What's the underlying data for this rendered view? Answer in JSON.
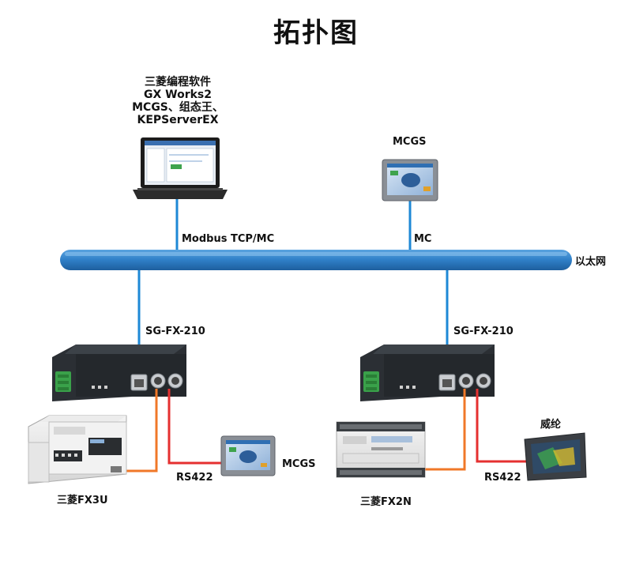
{
  "title": "拓扑图",
  "software": {
    "lines": [
      "三菱编程软件",
      "GX Works2",
      "MCGS、组态王、",
      "KEPServerEX"
    ]
  },
  "hmi_top": {
    "label": "MCGS"
  },
  "links": {
    "laptop_bus": "Modbus TCP/MC",
    "hmi_bus": "MC",
    "left_rs422": "RS422",
    "right_rs422": "RS422"
  },
  "bus": {
    "label": "以太网"
  },
  "gateways": [
    {
      "label": "SG-FX-210"
    },
    {
      "label": "SG-FX-210"
    }
  ],
  "plcs": [
    {
      "label": "三菱FX3U"
    },
    {
      "label": "三菱FX2N"
    }
  ],
  "hmis_bottom": [
    {
      "label": "MCGS"
    },
    {
      "label": "威纶"
    }
  ],
  "colors": {
    "bus": "#2f7fc7",
    "ethernet": "#1e88d6",
    "rs422_orange": "#f07828",
    "rs422_red": "#e53030",
    "device_dark": "#2b2f34"
  }
}
